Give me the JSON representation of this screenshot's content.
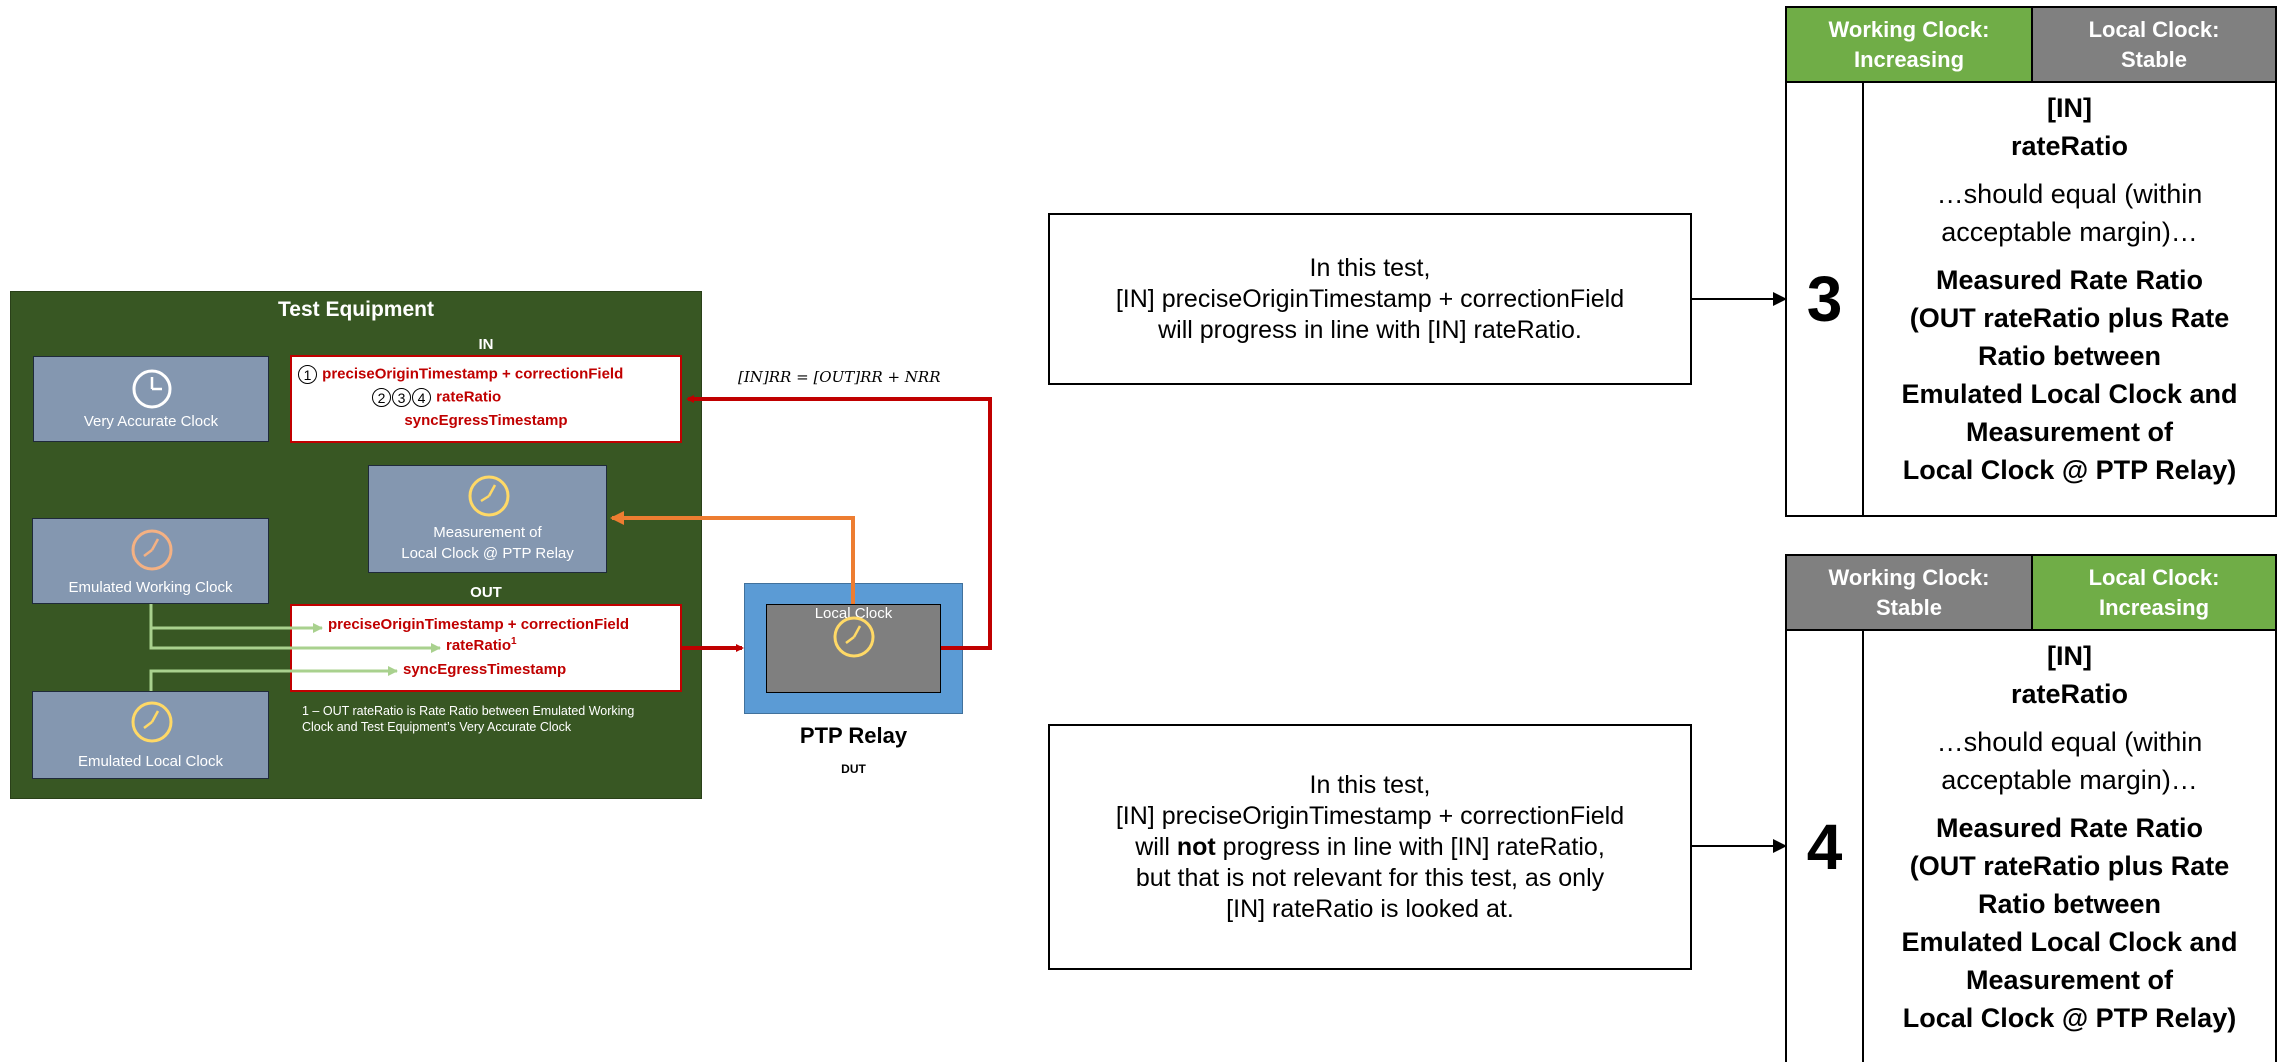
{
  "test_equipment": {
    "title": "Test Equipment",
    "in_label": "IN",
    "out_label": "OUT",
    "very_accurate_clock": "Very Accurate Clock",
    "measurement_line1": "Measurement of",
    "measurement_line2": "Local Clock @ PTP Relay",
    "emulated_working_clock": "Emulated Working Clock",
    "emulated_local_clock": "Emulated Local Clock",
    "in_msg": {
      "line1_marker": "1",
      "line1": "preciseOriginTimestamp + correctionField",
      "line2_markers": [
        "2",
        "3",
        "4"
      ],
      "line2": "rateRatio",
      "line3": "syncEgressTimestamp"
    },
    "out_msg": {
      "line1": "preciseOriginTimestamp + correctionField",
      "line2": "rateRatio",
      "line2_sup": "1",
      "line3": "syncEgressTimestamp"
    },
    "footnote_line1": "1 – OUT rateRatio is Rate Ratio between Emulated Working",
    "footnote_line2": "Clock and Test Equipment’s Very Accurate Clock"
  },
  "relay": {
    "local_clock": "Local Clock",
    "title": "PTP Relay",
    "subtitle": "DUT"
  },
  "formula": "[IN]RR = [OUT]RR + NRR",
  "desc3": {
    "line1": "In this test,",
    "line2": "[IN] preciseOriginTimestamp + correctionField",
    "line3": "will progress in line with [IN] rateRatio."
  },
  "desc4": {
    "line1": "In this test,",
    "line2": "[IN] preciseOriginTimestamp + correctionField",
    "line3_a": "will ",
    "line3_b": "not",
    "line3_c": " progress in line with [IN] rateRatio,",
    "line4": "but that is not relevant for this test, as only",
    "line5": "[IN] rateRatio is looked at."
  },
  "table3": {
    "hdr_left_1": "Working Clock:",
    "hdr_left_2": "Increasing",
    "hdr_right_1": "Local Clock:",
    "hdr_right_2": "Stable",
    "number": "3",
    "in1": "[IN]",
    "in2": "rateRatio",
    "eq1": "…should equal (within",
    "eq2": "acceptable margin)…",
    "m1": "Measured Rate Ratio",
    "m2": "(OUT rateRatio plus Rate",
    "m3": "Ratio between",
    "m4": "Emulated Local Clock and",
    "m5": "Measurement of",
    "m6": "Local Clock @ PTP Relay)"
  },
  "table4": {
    "hdr_left_1": "Working Clock:",
    "hdr_left_2": "Stable",
    "hdr_right_1": "Local Clock:",
    "hdr_right_2": "Increasing",
    "number": "4",
    "in1": "[IN]",
    "in2": "rateRatio",
    "eq1": "…should equal (within",
    "eq2": "acceptable margin)…",
    "m1": "Measured Rate Ratio",
    "m2": "(OUT rateRatio plus Rate",
    "m3": "Ratio between",
    "m4": "Emulated Local Clock and",
    "m5": "Measurement of",
    "m6": "Local Clock @ PTP Relay)"
  },
  "colors": {
    "panel_green": "#385723",
    "clock_box": "#8497b0",
    "red": "#c00000",
    "orange": "#ed7d31",
    "light_green": "#a9d18e",
    "relay_blue": "#5b9bd5",
    "header_green": "#70ad47",
    "header_grey": "#808080"
  }
}
